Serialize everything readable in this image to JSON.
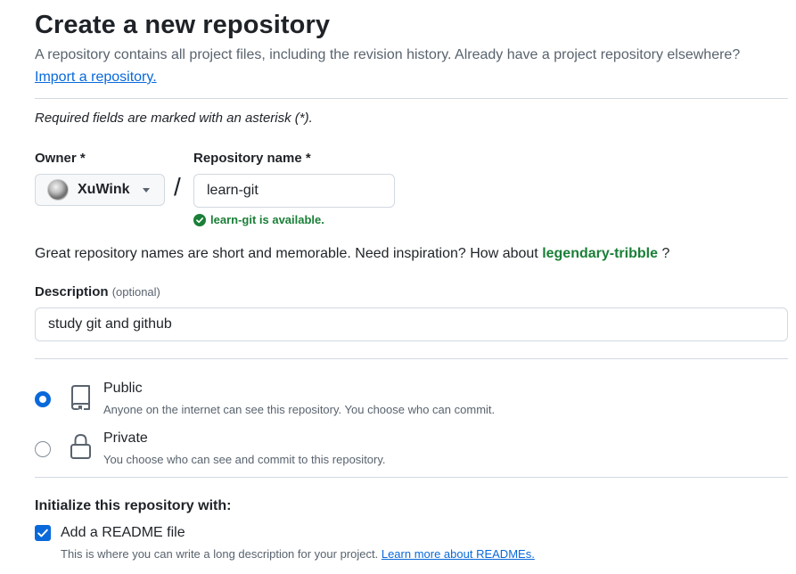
{
  "header": {
    "title": "Create a new repository",
    "subtitle": "A repository contains all project files, including the revision history. Already have a project repository elsewhere?",
    "import_link": "Import a repository."
  },
  "required_note": "Required fields are marked with an asterisk (*).",
  "owner": {
    "label": "Owner *",
    "value": "XuWink",
    "avatar_icon": "user-avatar"
  },
  "separator": "/",
  "repo_name": {
    "label": "Repository name *",
    "value": "learn-git",
    "availability": "learn-git is available.",
    "availability_icon": "check-circle-fill-icon"
  },
  "suggestion": {
    "prefix": "Great repository names are short and memorable. Need inspiration? How about",
    "name": "legendary-tribble",
    "suffix": "?"
  },
  "description": {
    "label": "Description",
    "optional": "(optional)",
    "value": "study git and github"
  },
  "visibility": {
    "options": [
      {
        "title": "Public",
        "description": "Anyone on the internet can see this repository. You choose who can commit.",
        "icon": "repo-icon",
        "selected": true
      },
      {
        "title": "Private",
        "description": "You choose who can see and commit to this repository.",
        "icon": "lock-icon",
        "selected": false
      }
    ]
  },
  "initialize": {
    "heading": "Initialize this repository with:",
    "readme": {
      "label": "Add a README file",
      "checked": true,
      "description": "This is where you can write a long description for your project.",
      "link": "Learn more about READMEs."
    }
  },
  "colors": {
    "accent": "#0969da",
    "success": "#1a7f37",
    "muted_text": "#59636e",
    "border": "#d1d9e0"
  }
}
